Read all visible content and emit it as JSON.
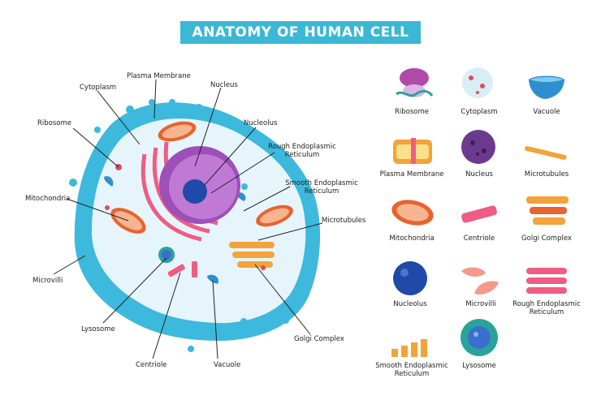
{
  "title": "ANATOMY OF HUMAN CELL",
  "diagram": {
    "cytoplasm": "Cytoplasm",
    "plasma_membrane": "Plasma Membrane",
    "nucleus": "Nucleus",
    "nucleolus": "Nucleolus",
    "ribosome": "Ribosome",
    "rough_er_line1": "Rough Endoplasmic",
    "rough_er_line2": "Reticulum",
    "smooth_er_line1": "Smooth Endoplasmic",
    "smooth_er_line2": "Reticulum",
    "mitochondria": "Mitochondria",
    "microtubules": "Microtubules",
    "microvilli": "Microvilli",
    "lysosome": "Lysosome",
    "centriole": "Centriole",
    "vacuole": "Vacuole",
    "golgi_complex": "Golgi Complex"
  },
  "legend": {
    "ribosome": "Ribosome",
    "cytoplasm": "Cytoplasm",
    "vacuole": "Vacuole",
    "plasma_membrane": "Plasma Membrane",
    "nucleus": "Nucleus",
    "microtubules": "Microtubules",
    "mitochondria": "Mitochondria",
    "centriole": "Centriole",
    "golgi_complex": "Golgi Complex",
    "nucleolus": "Nucleolus",
    "microvilli": "Microvilli",
    "rough_er_line1": "Rough Endoplasmic",
    "rough_er_line2": "Reticulum",
    "smooth_er_line1": "Smooth Endoplasmic",
    "smooth_er_line2": "Reticulum",
    "lysosome": "Lysosome"
  },
  "colors": {
    "title_bg": "#3bb8d6",
    "membrane": "#3cb9dc",
    "cytoplasm": "#e6f5fb",
    "nucleus": "#9e4fb8",
    "nucleolus": "#1f4aa8",
    "rough_er": "#ef5d82",
    "golgi": "#f2a33a",
    "mitochondria": "#e8632f"
  }
}
